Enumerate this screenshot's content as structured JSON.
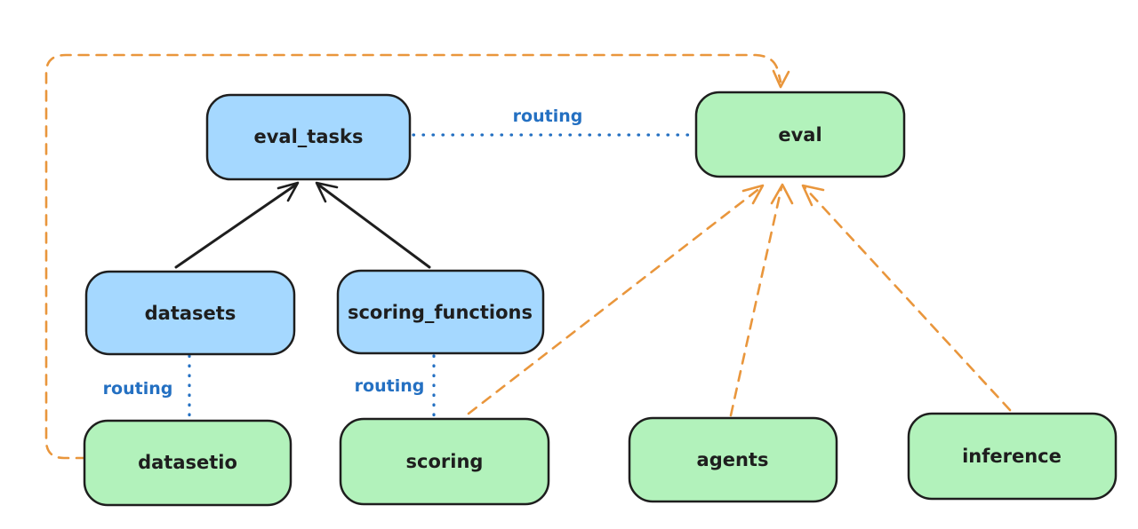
{
  "colors": {
    "background": "#ffffff",
    "node_stroke": "#1e1e1e",
    "blue_fill": "#a5d8ff",
    "green_fill": "#b2f2bb",
    "black_arrow": "#1e1e1e",
    "orange_dash": "#e9963c",
    "routing_blue": "#2470c2"
  },
  "nodes": [
    {
      "id": "eval_tasks",
      "label": "eval_tasks",
      "color": "blue"
    },
    {
      "id": "eval",
      "label": "eval",
      "color": "green"
    },
    {
      "id": "datasets",
      "label": "datasets",
      "color": "blue"
    },
    {
      "id": "scoring_functions",
      "label": "scoring_functions",
      "color": "blue"
    },
    {
      "id": "datasetio",
      "label": "datasetio",
      "color": "green"
    },
    {
      "id": "scoring",
      "label": "scoring",
      "color": "green"
    },
    {
      "id": "agents",
      "label": "agents",
      "color": "green"
    },
    {
      "id": "inference",
      "label": "inference",
      "color": "green"
    }
  ],
  "edges": [
    {
      "from": "datasets",
      "to": "eval_tasks",
      "style": "solid-arrow",
      "color": "black",
      "label": ""
    },
    {
      "from": "scoring_functions",
      "to": "eval_tasks",
      "style": "solid-arrow",
      "color": "black",
      "label": ""
    },
    {
      "from": "eval_tasks",
      "to": "eval",
      "style": "dotted-line",
      "color": "blue",
      "label": "routing"
    },
    {
      "from": "datasets",
      "to": "datasetio",
      "style": "dotted-line",
      "color": "blue",
      "label": "routing"
    },
    {
      "from": "scoring_functions",
      "to": "scoring",
      "style": "dotted-line",
      "color": "blue",
      "label": "routing"
    },
    {
      "from": "scoring",
      "to": "eval",
      "style": "dashed-arrow",
      "color": "orange",
      "label": ""
    },
    {
      "from": "agents",
      "to": "eval",
      "style": "dashed-arrow",
      "color": "orange",
      "label": ""
    },
    {
      "from": "inference",
      "to": "eval",
      "style": "dashed-arrow",
      "color": "orange",
      "label": ""
    },
    {
      "from": "datasetio",
      "to": "eval",
      "style": "dashed-arrow",
      "color": "orange",
      "label": "",
      "route": "left-top-loop"
    }
  ]
}
